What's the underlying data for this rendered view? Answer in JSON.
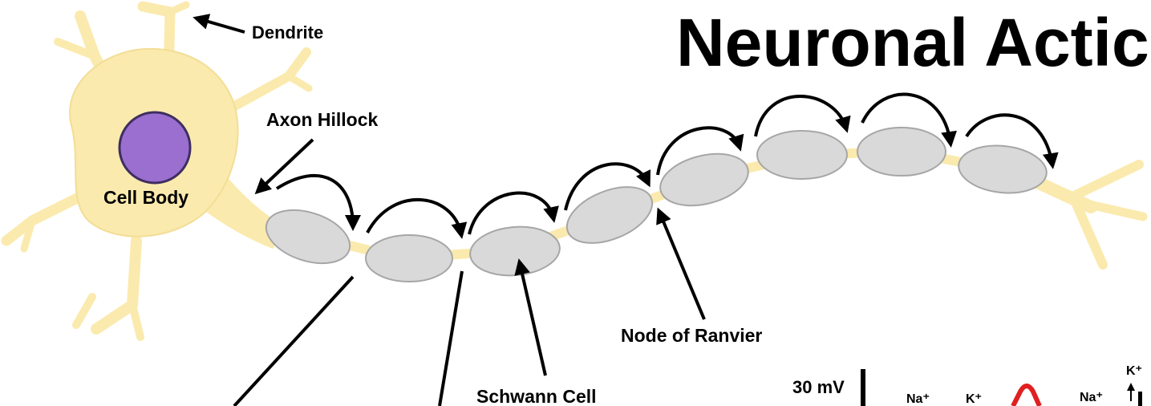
{
  "title": "Neuronal Actic",
  "labels": {
    "dendrite": "Dendrite",
    "axon_hillock": "Axon Hillock",
    "cell_body": "Cell Body",
    "node_of_ranvier": "Node of Ranvier",
    "schwann_cell": "Schwann Cell"
  },
  "graph": {
    "voltage": "30 mV",
    "ion_1": "Na⁺",
    "ion_2": "K⁺",
    "ion_3": "Na⁺",
    "ion_4": "K⁺"
  },
  "colors": {
    "neuron": "#FBEAAE",
    "neuron_stroke": "#E9D487",
    "nucleus": "#9A6FD0",
    "myelin": "#D9D9D9",
    "myelin_stroke": "#A6A6A6",
    "spike": "#E02020"
  }
}
